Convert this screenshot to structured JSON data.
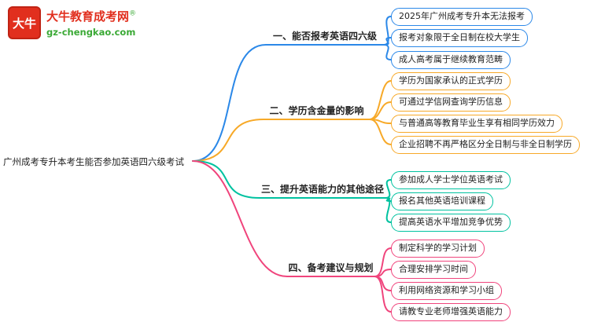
{
  "logo": {
    "icon_text": "大牛",
    "brand": "大牛教育成考网",
    "reg_mark": "®",
    "domain": "gz-chengkao.com",
    "brand_color": "#e12f1e",
    "domain_color": "#3aa935"
  },
  "root": {
    "text": "广州成考专升本考生能否参加英语四六级考试"
  },
  "branches": [
    {
      "label": "一、能否报考英语四六级",
      "color": "#2b88e8",
      "children": [
        {
          "text": "2025年广州成考专升本无法报考"
        },
        {
          "text": "报考对象限于全日制在校大学生"
        },
        {
          "text": "成人高考属于继续教育范畴"
        }
      ]
    },
    {
      "label": "二、学历含金量的影响",
      "color": "#f7a928",
      "children": [
        {
          "text": "学历为国家承认的正式学历"
        },
        {
          "text": "可通过学信网查询学历信息"
        },
        {
          "text": "与普通高等教育毕业生享有相同学历效力"
        },
        {
          "text": "企业招聘不再严格区分全日制与非全日制学历"
        }
      ]
    },
    {
      "label": "三、提升英语能力的其他途径",
      "color": "#00c2a0",
      "children": [
        {
          "text": "参加成人学士学位英语考试"
        },
        {
          "text": "报名其他英语培训课程"
        },
        {
          "text": "提高英语水平增加竞争优势"
        }
      ]
    },
    {
      "label": "四、备考建议与规划",
      "color": "#f0447c",
      "children": [
        {
          "text": "制定科学的学习计划"
        },
        {
          "text": "合理安排学习时间"
        },
        {
          "text": "利用网络资源和学习小组"
        },
        {
          "text": "请教专业老师增强英语能力"
        }
      ]
    }
  ]
}
